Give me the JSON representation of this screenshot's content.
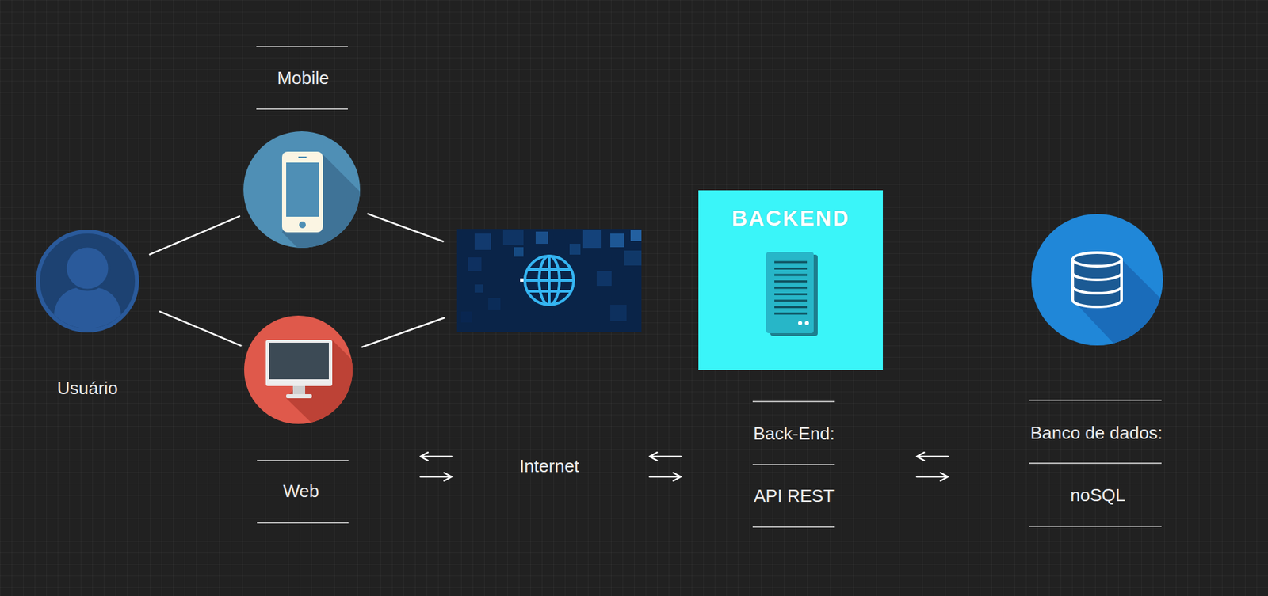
{
  "diagram": {
    "nodes": [
      {
        "text": [
          "Usuário"
        ]
      },
      {
        "text": [
          "Mobile"
        ]
      },
      {
        "text": [
          "Web"
        ]
      },
      {
        "text": [
          "Internet"
        ]
      },
      {
        "text": [
          "BACKEND",
          "Back-End:",
          "API REST"
        ]
      },
      {
        "text": [
          "Banco de dados:",
          "noSQL"
        ]
      }
    ],
    "edges": [
      {
        "from": 0,
        "to": 1,
        "arrow": "none"
      },
      {
        "from": 0,
        "to": 2,
        "arrow": "none"
      },
      {
        "from": 1,
        "to": 3,
        "arrow": "none"
      },
      {
        "from": 2,
        "to": 3,
        "arrow": "none"
      },
      {
        "from": 2,
        "to": 3,
        "arrow": "both"
      },
      {
        "from": 3,
        "to": 4,
        "arrow": "both"
      },
      {
        "from": 4,
        "to": 5,
        "arrow": "both"
      }
    ]
  }
}
